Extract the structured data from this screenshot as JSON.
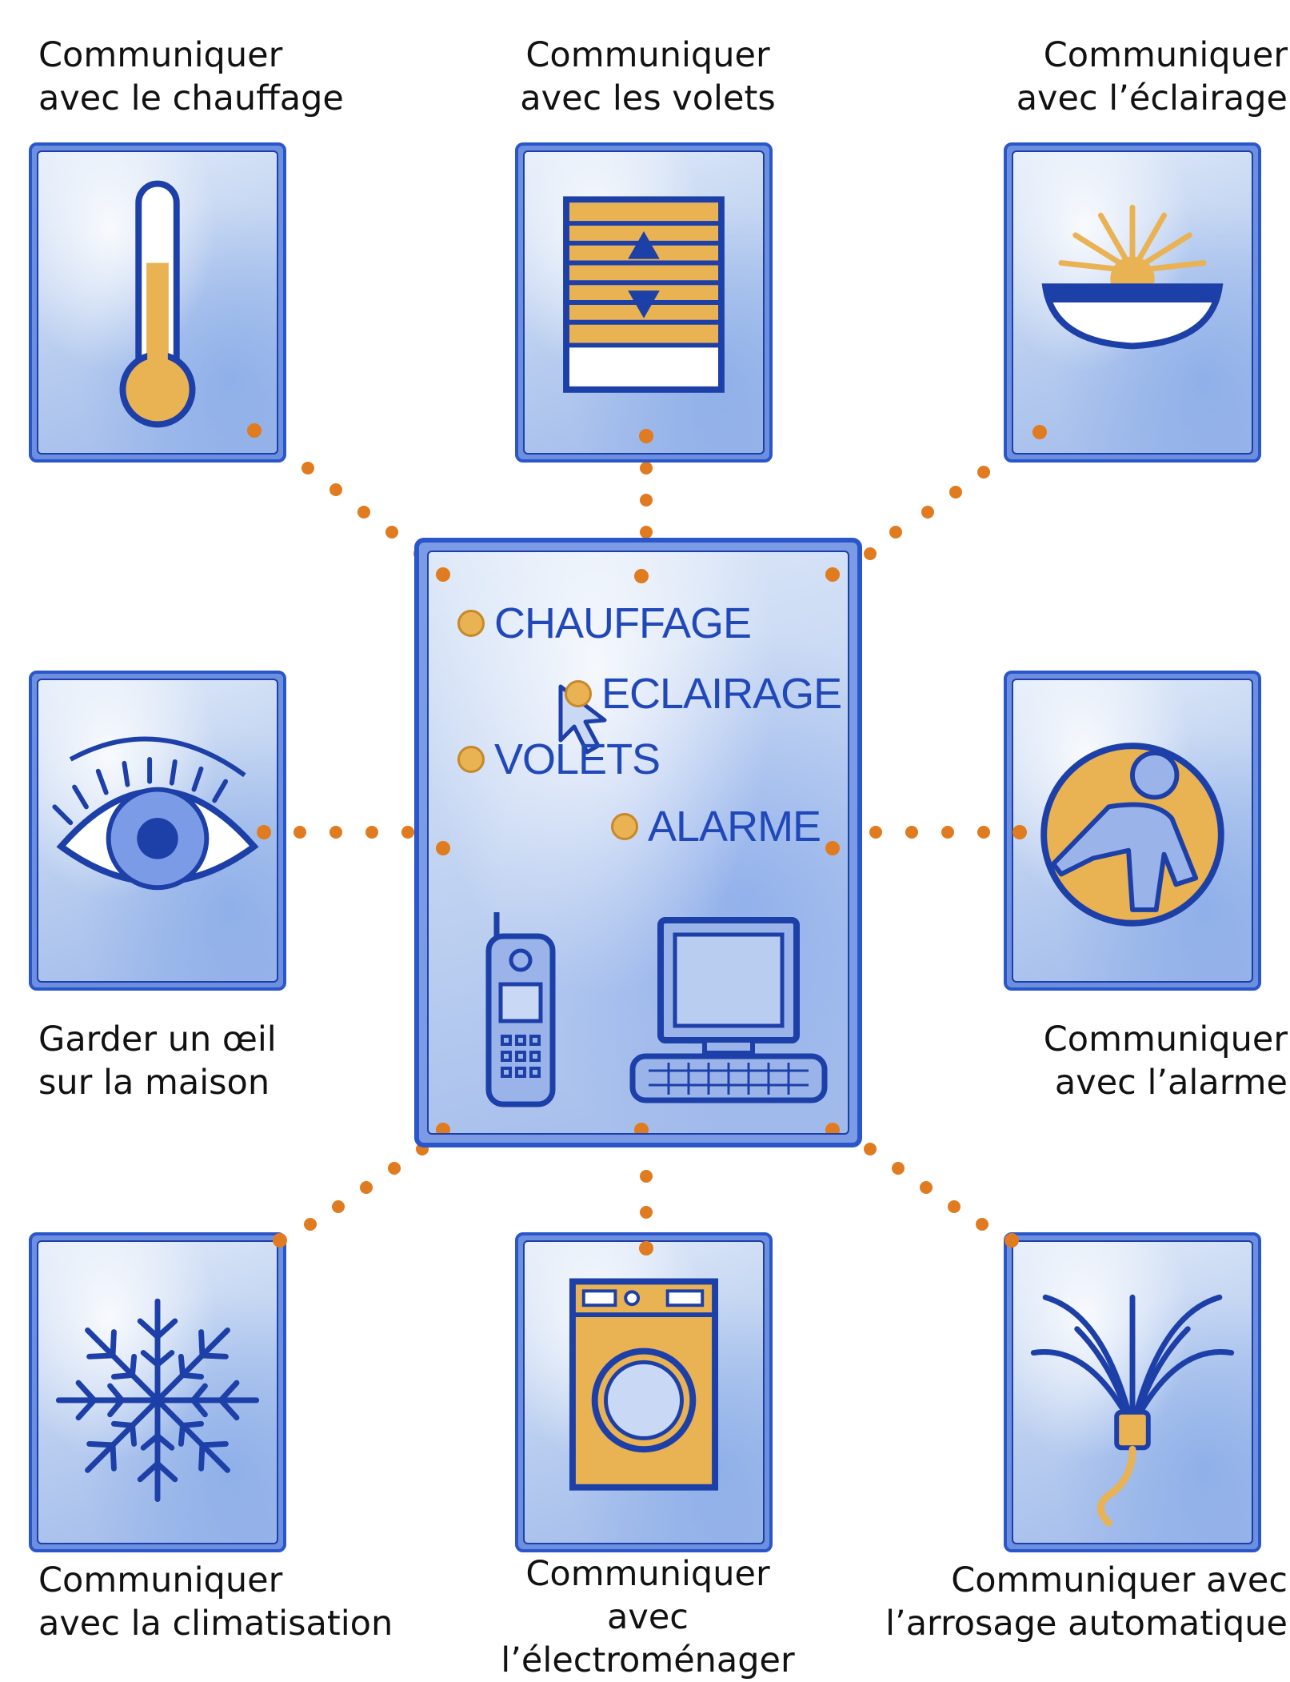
{
  "labels": {
    "chauffage": "Communiquer\navec le chauffage",
    "volets": "Communiquer\navec les volets",
    "eclairage": "Communiquer\navec l’éclairage",
    "oeil": "Garder un œil\nsur la maison",
    "alarme": "Communiquer\navec l’alarme",
    "climatisation": "Communiquer\navec la climatisation",
    "electromenager": "Communiquer\navec\nl’électroménager",
    "arrosage": "Communiquer avec\nl’arrosage automatique"
  },
  "hub": {
    "menu": [
      "CHAUFFAGE",
      "ECLAIRAGE",
      "VOLETS",
      "ALARME"
    ]
  },
  "icons": {
    "chauffage": "thermometer-icon",
    "volets": "shutter-icon",
    "eclairage": "ceiling-light-icon",
    "oeil": "eye-icon",
    "alarme": "intruder-alarm-icon",
    "climatisation": "snowflake-icon",
    "electromenager": "washing-machine-icon",
    "arrosage": "sprinkler-icon",
    "hub_cursor": "pointer-cursor-icon",
    "hub_phone": "mobile-phone-icon",
    "hub_computer": "computer-icon"
  },
  "colors": {
    "panel_border": "#2a56c9",
    "icon_blue": "#1d3fa8",
    "accent_orange": "#e07b1f",
    "icon_gold": "#e9b253"
  }
}
